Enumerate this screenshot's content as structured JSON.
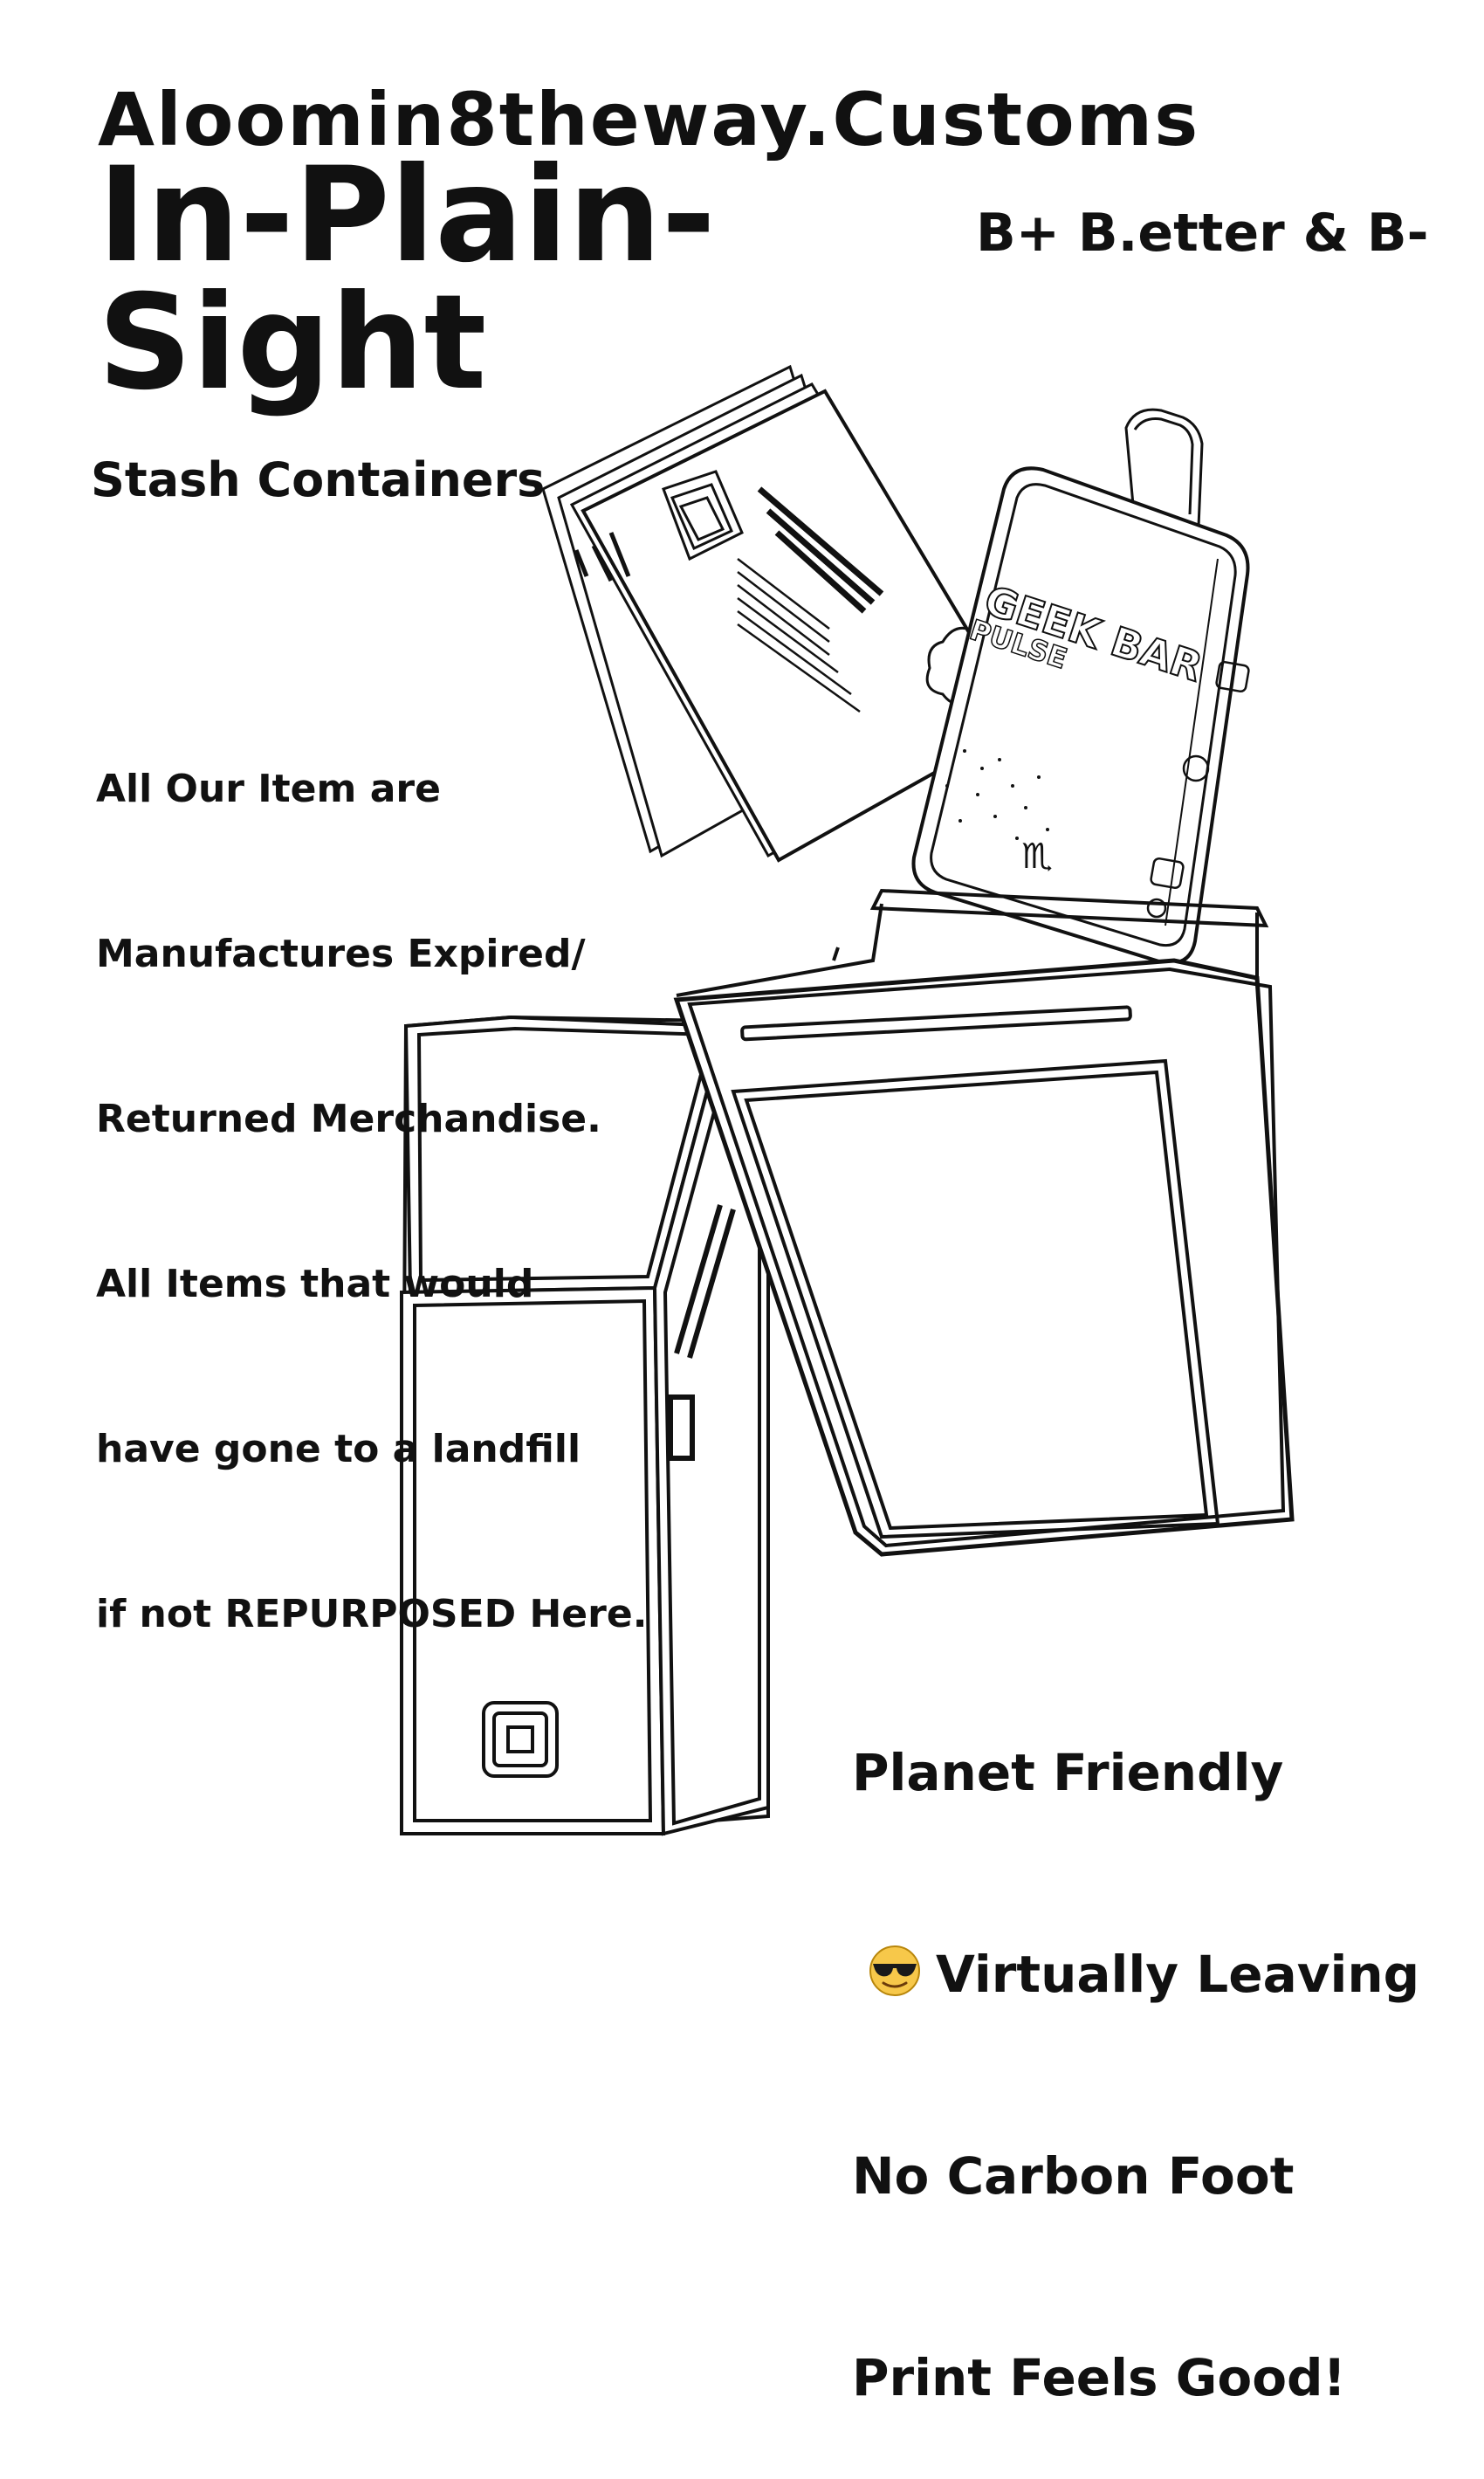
{
  "header": {
    "brand": "Aloomin8theway.Customs",
    "title_line1": "In-Plain-",
    "title_line2": "Sight",
    "subtitle": "Stash Containers",
    "grades": "B+ B.etter & B-"
  },
  "description": {
    "lines": [
      "All Our Item are",
      "Manufactures Expired/",
      "Returned Merchandise.",
      "All Items that would",
      "have gone to a landfill",
      "if not REPURPOSED Here."
    ]
  },
  "eco": {
    "line1": "Planet Friendly",
    "line2_emoji": "sunglasses-face-emoji",
    "line2": "Virtually Leaving",
    "line3": "No Carbon Foot",
    "line4": "Print Feels Good!"
  },
  "illustration": {
    "device_brand": "GEEK BAR",
    "device_model": "PULSE",
    "zodiac_glyph": "♏"
  }
}
